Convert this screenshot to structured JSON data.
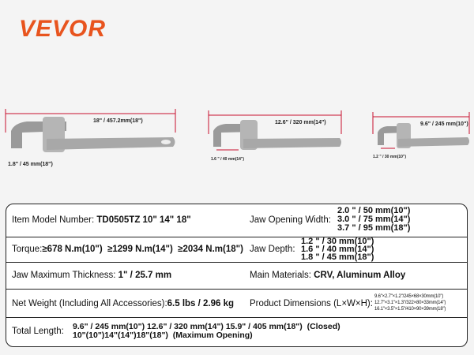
{
  "brand": "VEVOR",
  "wrenches": [
    {
      "size": "18\"",
      "length": "18\" / 457.2mm(18\")",
      "jaw": "1.8\" / 45 mm(18\")"
    },
    {
      "size": "14\"",
      "length": "12.6\" /  320 mm(14\")",
      "jaw": "1.6 \" / 40 mm(14\")"
    },
    {
      "size": "10\"",
      "length": "9.6\" / 245 mm(10\")",
      "jaw": "1.2 \" / 30 mm(10\")"
    }
  ],
  "specs": {
    "model_label": "Item Model Number:",
    "model_value": "TD0505TZ 10\" 14\" 18\"",
    "jaw_width_label": "Jaw Opening Width:",
    "jaw_width": [
      "2.0 \" / 50 mm(10\")",
      "3.0 \" / 75 mm(14\")",
      "3.7 \" / 95 mm(18\")"
    ],
    "torque_label": "Torque:",
    "torque_value": "≥678 N.m(10\")  ≥1299 N.m(14\")  ≥2034 N.m(18\")",
    "jaw_depth_label": "Jaw Depth:",
    "jaw_depth": [
      "1.2 \" / 30 mm(10\")",
      "1.6 \" / 40 mm(14\")",
      "1.8 \" / 45 mm(18\")"
    ],
    "thickness_label": "Jaw Maximum Thickness:",
    "thickness_value": "1\" / 25.7 mm",
    "materials_label": "Main Materials:",
    "materials_value": "CRV, Aluminum Alloy",
    "weight_label": "Net Weight (Including All Accessories):",
    "weight_value": "6.5 lbs / 2.96 kg",
    "dims_label": "Product Dimensions (L×W×H):",
    "dims": [
      "9.6\"×2.7\"×1.2\"/245×68×30mm(10\")",
      "12.7\"×3.1\"×1.3\"/322×80×33mm(14\")",
      "16.1\"×3.5\"×1.5\"/410×90×39mm(18\")"
    ],
    "length_label": "Total Length:",
    "length_closed": "9.6\" / 245 mm(10\") 12.6\" / 320 mm(14\") 15.9\" / 405 mm(18\")  (Closed)",
    "length_open": "10\"(10\")14\"(14\")18\"(18\")  (Maximum Opening)"
  }
}
